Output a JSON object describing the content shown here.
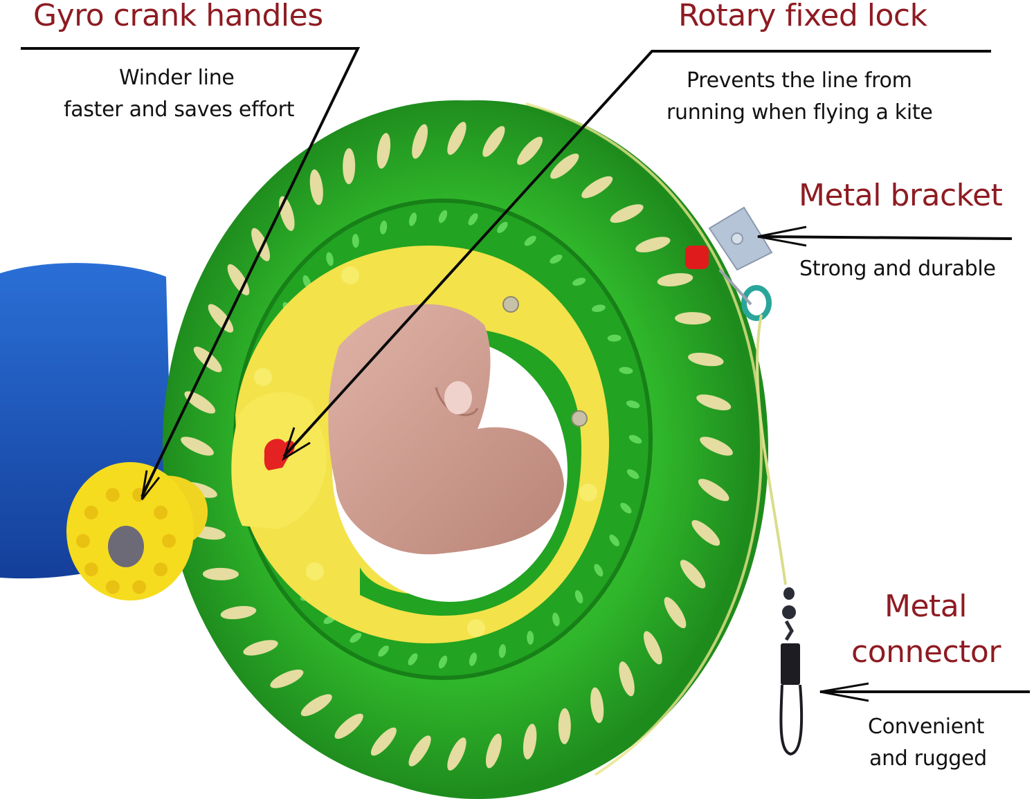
{
  "callouts": {
    "crank": {
      "title": "Gyro crank handles",
      "desc_line1": "Winder line",
      "desc_line2": "faster and saves effort"
    },
    "lock": {
      "title": "Rotary fixed lock",
      "desc_line1": "Prevents the line from",
      "desc_line2": "running when flying a kite"
    },
    "bracket": {
      "title": "Metal bracket",
      "desc_line1": "Strong and durable"
    },
    "connector": {
      "title_line1": "Metal",
      "title_line2": "connector",
      "desc_line1": "Convenient",
      "desc_line2": "and rugged"
    }
  },
  "colors": {
    "title_red": "#8e1b22",
    "reel_green": "#2fb52a",
    "handle_yellow": "#f3e24a",
    "sleeve_blue": "#1f5fc8",
    "lock_red": "#e52222"
  }
}
